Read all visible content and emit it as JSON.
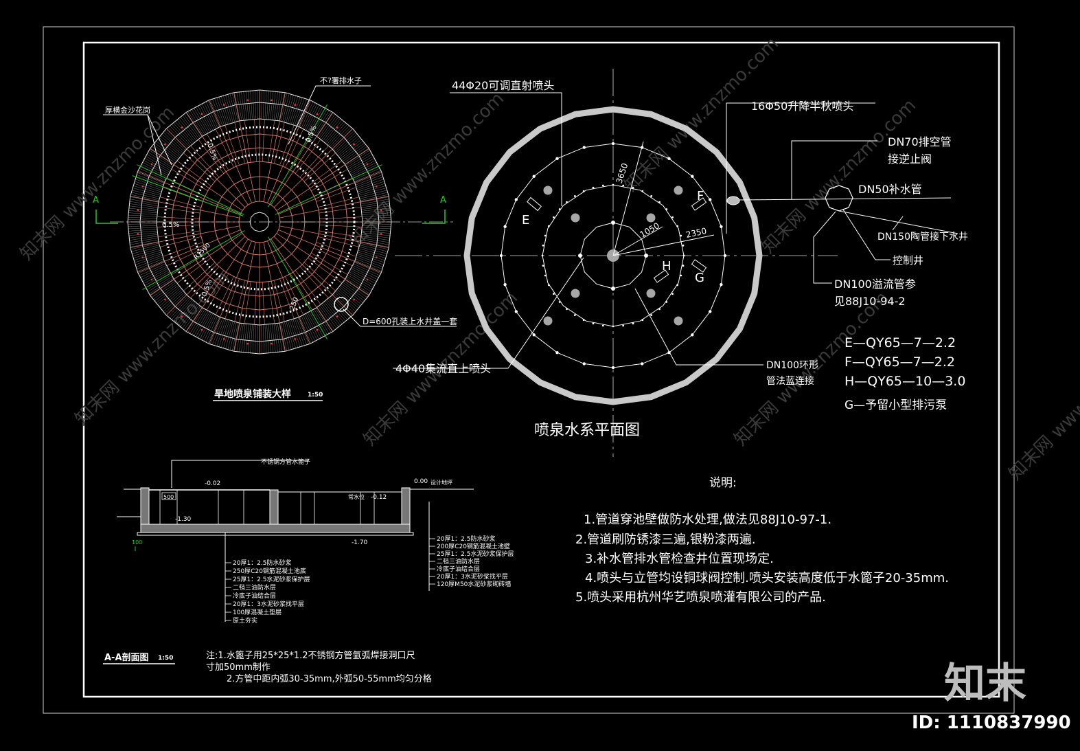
{
  "paving_detail": {
    "title": "旱地喷泉铺装大样",
    "scale": "1:50",
    "label_granite": "厚横金沙花岗",
    "label_drain": "不?署排水子",
    "label_manhole": "D=600孔装上水井盖一套",
    "section_mark": "A",
    "slope_a": "0.5%",
    "slope_b": "0.5%",
    "slope_c": "0.5%",
    "slope_d": "0.5%",
    "slope_e": "0.5%",
    "dim_r": "R1500",
    "dim_b": "250"
  },
  "fountain_plan": {
    "title": "喷泉水系平面图",
    "label_44": "44Φ20可调直射喷头",
    "label_16": "16Φ50升降半秋喷头",
    "label_dn70_1": "DN70排空管",
    "label_dn70_2": "接逆止阀",
    "label_dn50": "DN50补水管",
    "label_dn150": "DN150陶管接下水井",
    "label_control": "控制井",
    "label_dn100_1": "DN100溢流管参",
    "label_dn100_2": "见88J10-94-2",
    "label_4phi40": "4Φ40集流直上喷头",
    "label_ring_1": "DN100环形",
    "label_ring_2": "管法蓝连接",
    "dim_3650": "3650",
    "dim_1050": "1050",
    "dim_2350": "2350",
    "pump_E": "E",
    "pump_F": "F",
    "pump_G": "G",
    "pump_H": "H"
  },
  "pump_legend": [
    "E—QY65—7—2.2",
    "F—QY65—7—2.2",
    "H—QY65—10—3.0",
    "G—予留小型排污泵"
  ],
  "notes": {
    "heading": "说明:",
    "items": [
      "1.管道穿池壁做防水处理,做法见88J10-97-1.",
      "2.管道刷防锈漆三遍,银粉漆两遍.",
      "3.补水管排水管检查井位置现场定.",
      "4.喷头与立管均设铜球阀控制.喷头安装高度低于水篦子20-35mm.",
      "5.喷头采用杭州华艺喷泉喷灌有限公司的产品."
    ]
  },
  "section_detail": {
    "title": "A-A剖面图",
    "scale": "1:50",
    "top_label": "不锈钢方管水篦子",
    "elev_ground": "0.00",
    "elev_ground_label": "设计地坪",
    "elev_002": "-0.02",
    "elev_water": "常水位",
    "elev_012": "-0.12",
    "elev_130": "-1.30",
    "elev_170": "-1.70",
    "dim_500": "500",
    "dim_100": "100",
    "layers_left": [
      "20厚1：2.5防水砂浆",
      "250厚C20钢筋混凝土池底",
      "25厚1：2.5水泥砂浆保护层",
      "二毡三油防水层",
      "冷底子油结合层",
      "20厚1：3水泥砂浆找平层",
      "100厚混凝土垫层",
      "原土夯实"
    ],
    "layers_right": [
      "20厚1：2.5防水砂浆",
      "200厚C20钢筋混凝土池壁",
      "25厚1：2.5水泥砂浆保护层",
      "二毡三油防水层",
      "冷底子油结合层",
      "20厚1：3水泥砂浆找平层",
      "120厚M50水泥砂浆砌砖墙"
    ],
    "note_1": "注:1.水篦子用25*25*1.2不锈钢方管氩弧焊接洞口尺",
    "note_2": "寸加50mm制作",
    "note_3": "2.方管中距内弧30-35mm,外弧50-55mm均匀分格"
  },
  "watermark": {
    "brand": "知末",
    "id": "ID: 1110837990",
    "site": "www.znzmo.com",
    "site_cn": "知末网"
  }
}
